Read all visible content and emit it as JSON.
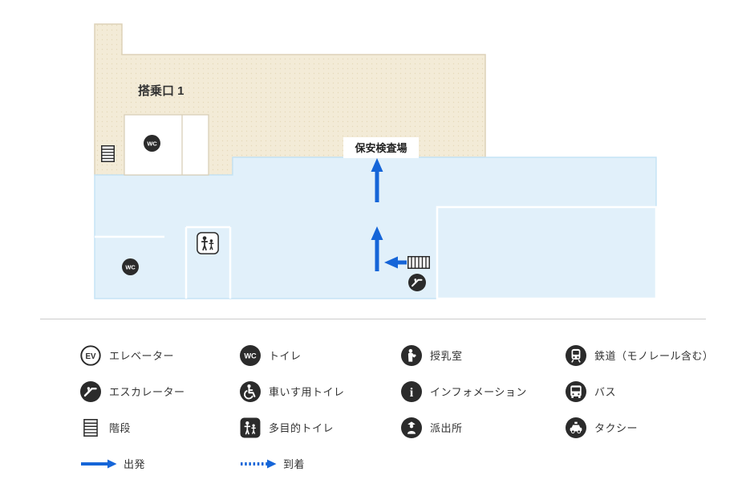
{
  "map": {
    "gate_label": "搭乗口 1",
    "security_label": "保安検査場"
  },
  "icons": {
    "ev_glyph": "EV",
    "wc_glyph": "WC",
    "info_glyph": "i"
  },
  "colors": {
    "departure_area": "#f3ebd7",
    "departure_area_border": "#ddd2b8",
    "public_area": "#e1f0fa",
    "public_area_border": "#c6e4f5",
    "arrow": "#1565d8",
    "icon": "#2b2b2b",
    "divider": "#cccccc"
  },
  "legend": {
    "columns": [
      {
        "items": [
          {
            "icon": "elevator-icon",
            "label": "エレベーター"
          },
          {
            "icon": "escalator-icon",
            "label": "エスカレーター"
          },
          {
            "icon": "stairs-icon",
            "label": "階段"
          },
          {
            "icon": "departure-arrow-icon",
            "label": "出発"
          }
        ]
      },
      {
        "items": [
          {
            "icon": "toilet-icon",
            "label": "トイレ"
          },
          {
            "icon": "wheelchair-toilet-icon",
            "label": "車いす用トイレ"
          },
          {
            "icon": "multipurpose-toilet-icon",
            "label": "多目的トイレ"
          },
          {
            "icon": "arrival-arrow-icon",
            "label": "到着"
          }
        ]
      },
      {
        "items": [
          {
            "icon": "nursing-room-icon",
            "label": "授乳室"
          },
          {
            "icon": "information-icon",
            "label": "インフォメーション"
          },
          {
            "icon": "police-box-icon",
            "label": "派出所"
          }
        ]
      },
      {
        "items": [
          {
            "icon": "train-icon",
            "label": "鉄道（モノレール含む）"
          },
          {
            "icon": "bus-icon",
            "label": "バス"
          },
          {
            "icon": "taxi-icon",
            "label": "タクシー"
          }
        ]
      }
    ]
  }
}
